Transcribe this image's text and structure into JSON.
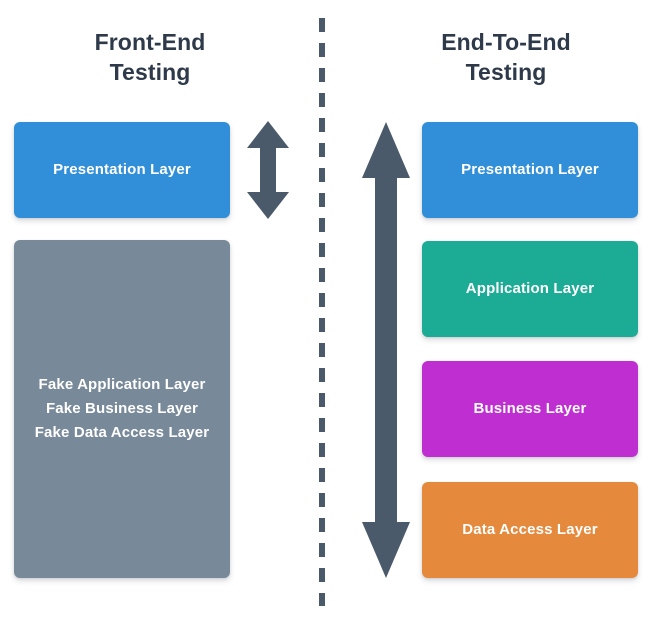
{
  "columns": {
    "left": {
      "title": "Front-End\nTesting",
      "boxes": [
        {
          "label": "Presentation Layer",
          "color": "#308fd8"
        },
        {
          "label": "Fake Application Layer\nFake Business Layer\nFake Data Access Layer",
          "color": "#78899a"
        }
      ]
    },
    "right": {
      "title": "End-To-End\nTesting",
      "boxes": [
        {
          "label": "Presentation Layer",
          "color": "#308fd8"
        },
        {
          "label": "Application Layer",
          "color": "#1cab94"
        },
        {
          "label": "Business Layer",
          "color": "#bf2ed0"
        },
        {
          "label": "Data Access Layer",
          "color": "#e5893c"
        }
      ]
    }
  },
  "arrows": {
    "short": {
      "name": "double-headed-arrow-short",
      "color": "#4a5a6b",
      "direction": "up-down"
    },
    "long": {
      "name": "double-headed-arrow-long",
      "color": "#4a5a6b",
      "direction": "up-down"
    }
  },
  "divider": {
    "style": "dashed-vertical",
    "color": "#4a5a6b"
  },
  "theme": {
    "background": "#ffffff",
    "title_color": "#2e3a49",
    "box_text_color": "#ffffff"
  }
}
